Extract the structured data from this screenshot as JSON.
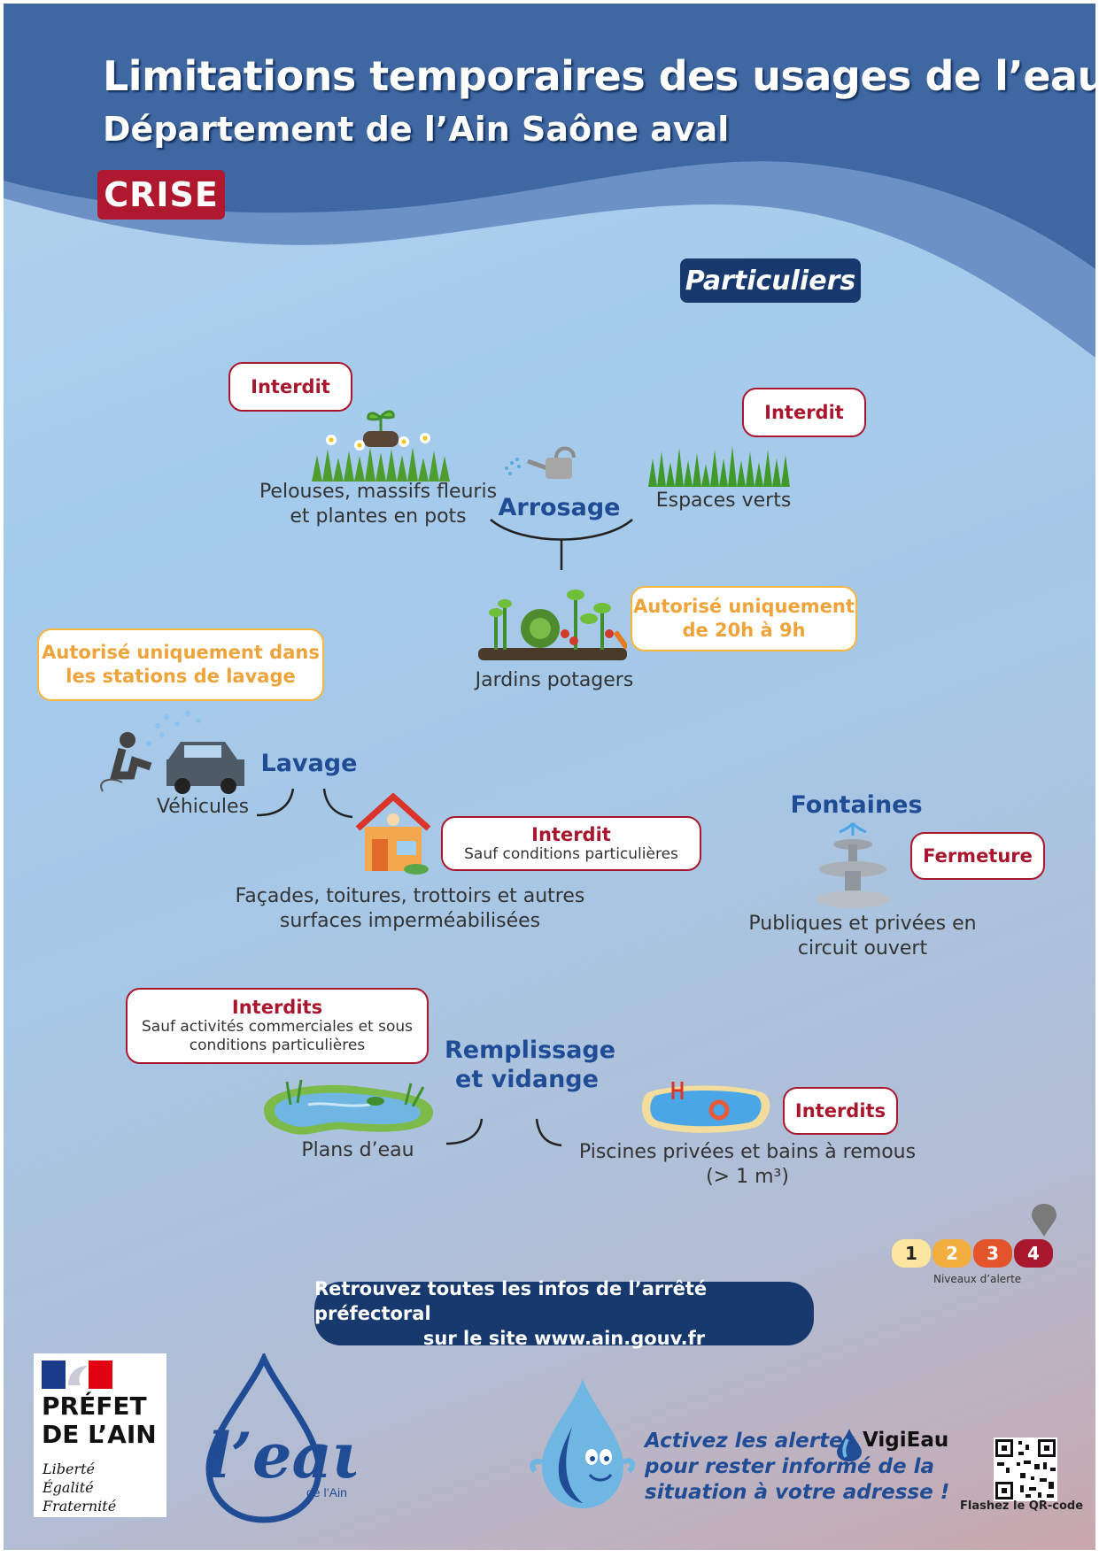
{
  "header": {
    "title": "Limitations temporaires des usages de l’eau",
    "subtitle": "Département de l’Ain Saône aval",
    "level_badge": "CRISE"
  },
  "audience_tag": "Particuliers",
  "arrosage": {
    "title": "Arrosage",
    "pelouses": {
      "status": "Interdit",
      "label_line1": "Pelouses, massifs fleuris",
      "label_line2": "et plantes en pots"
    },
    "espaces_verts": {
      "status": "Interdit",
      "label": "Espaces verts"
    },
    "jardins": {
      "status_line1": "Autorisé uniquement",
      "status_line2": "de 20h à 9h",
      "label": "Jardins potagers"
    }
  },
  "lavage": {
    "title": "Lavage",
    "vehicules": {
      "status_line1": "Autorisé uniquement dans",
      "status_line2": "les stations de lavage",
      "label": "Véhicules"
    },
    "facades": {
      "status": "Interdit",
      "detail": "Sauf conditions particulières",
      "label_line1": "Façades, toitures, trottoirs et autres",
      "label_line2": "surfaces imperméabilisées"
    }
  },
  "fontaines": {
    "title": "Fontaines",
    "status": "Fermeture",
    "label_line1": "Publiques et privées en",
    "label_line2": "circuit ouvert"
  },
  "remplissage": {
    "title_line1": "Remplissage",
    "title_line2": "et vidange",
    "plans": {
      "status": "Interdits",
      "detail_line1": "Sauf activités commerciales et sous",
      "detail_line2": "conditions particulières",
      "label": "Plans d’eau"
    },
    "piscines": {
      "status": "Interdits",
      "label_line1": "Piscines privées et bains à remous",
      "label_line2": "(> 1 m³)"
    }
  },
  "alert_levels": {
    "levels": [
      "1",
      "2",
      "3",
      "4"
    ],
    "colors": [
      "#fbe6a0",
      "#f2ad3f",
      "#e3542b",
      "#a8172e"
    ],
    "label": "Niveaux d’alerte"
  },
  "info": {
    "line1": "Retrouvez toutes les infos de l’arrêté préfectoral",
    "line2": "sur le site www.ain.gouv.fr"
  },
  "footer": {
    "prefet_line1": "PRÉFET",
    "prefet_line2": "DE L’AIN",
    "motto1": "Liberté",
    "motto2": "Égalité",
    "motto3": "Fraternité",
    "eau_logo": "l’eau",
    "eau_logo_sub": "de l’Ain",
    "alerts_line1": "Activez les alertes",
    "alerts_line2": "pour rester informé de la",
    "alerts_line3": "situation à votre adresse !",
    "vigieau_brand": "VigiEau",
    "qr_label": "Flashez le QR-code"
  }
}
